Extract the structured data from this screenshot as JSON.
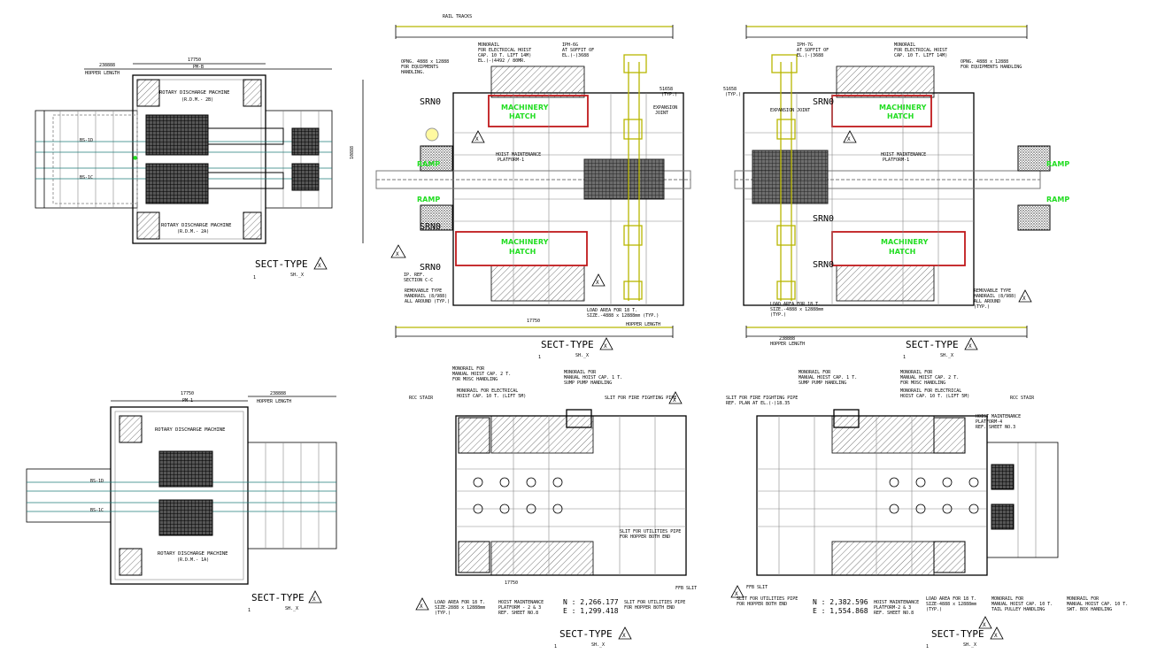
{
  "panels": [
    {
      "id": "top-left",
      "section_title": "SECT-TYPE",
      "section_mark": "X",
      "sheet_ref": "SH._X",
      "index": "1",
      "labels": {
        "hopper_length": "HOPPER LENGTH",
        "rdm_2b": "ROTARY DISCHARGE MACHINE",
        "rdm_2b_code": "(R.D.M.- 2B)",
        "rdm_2a": "ROTARY DISCHARGE MACHINE",
        "rdm_2a_code": "(R.D.M.- 2A)",
        "bs_1d": "BS-1D",
        "bs_1c": "BS-1C",
        "dim_top": "17750",
        "dim_top2": "238888",
        "dim_right": "10888",
        "pm_b": "PM-B"
      }
    },
    {
      "id": "top-middle",
      "section_title": "SECT-TYPE",
      "section_mark": "X",
      "sheet_ref": "SH._X",
      "index": "1",
      "labels": {
        "rail_tracks": "RAIL TRACKS",
        "monorail": "MONORAIL",
        "monorail_2": "FOR ELECTRICAL HOIST",
        "monorail_3": "CAP. 10 T. LIFT 14M)",
        "monorail_4": "EL.(-)4492 / 80MR.",
        "iph_6g": "IPH-6G",
        "iph_6g_2": "AT SOFFIT OF",
        "iph_6g_3": "EL.(-)3688",
        "opng": "OPNG. 4888 x 12888",
        "opng_2": "FOR EQUIPMENTS",
        "opng_3": "HANDLING.",
        "srno": "SRN0",
        "machinery_hatch": "MACHINERY",
        "machinery_hatch_2": "HATCH",
        "ramp": "RAMP",
        "expansion_joint": "EXPANSION",
        "expansion_joint_2": "JOINT",
        "hoist_maint": "HOIST MAINTENANCE",
        "platform_1": "PLATFORM-1",
        "removable": "REMOVABLE TYPE",
        "removable_2": "HANDRAIL (8/988)",
        "removable_3": "ALL AROUND (TYP.)",
        "load_area": "LOAD AREA FOR 18 T.",
        "load_area_2": "SIZE.-4888 x 12888mm (TYP.)",
        "ip_ref": "IP. REF.",
        "section_cc": "SECTION C-C",
        "dim_bottom": "17750",
        "hopper_length": "HOPPER LENGTH",
        "typ": "(TYP.)",
        "dim_51": "51658"
      }
    },
    {
      "id": "top-right",
      "section_title": "SECT-TYPE",
      "section_mark": "X",
      "sheet_ref": "SH._X",
      "index": "1",
      "labels": {
        "iph_7g": "IPH-7G",
        "iph_7g_2": "AT SOFFIT OF",
        "iph_7g_3": "EL.(-)3688",
        "monorail": "MONORAIL",
        "monorail_2": "FOR ELECTRICAL HOIST",
        "monorail_3": "CAP. 10 T. LIFT 14M)",
        "opng": "OPNG. 4888 x 12888",
        "opng_2": "FOR EQUIPMENTS HANDLING",
        "expansion_joint": "EXPANSION JOINT",
        "machinery_hatch": "MACHINERY",
        "machinery_hatch_2": "HATCH",
        "ramp": "RAMP",
        "ramp_2": "RAMP",
        "srno": "SRN0",
        "hoist_maint": "HOIST MAINTENANCE",
        "platform_1": "PLATFORM-1",
        "removable": "REMOVABLE TYPE",
        "removable_2": "HANDRAIL (8/988)",
        "removable_3": "ALL AROUND",
        "removable_4": "(TYP.)",
        "load_area": "LOAD AREA FOR 18 T.",
        "load_area_2": "SIZE.-4888 x 12888mm",
        "load_area_3": "(TYP.)",
        "hopper_length": "HOPPER LENGTH",
        "dim_bottom": "238888",
        "dim_51": "51658",
        "typ": "(TYP.)"
      }
    },
    {
      "id": "bottom-left",
      "section_title": "SECT-TYPE",
      "section_mark": "X",
      "sheet_ref": "SH._X",
      "index": "1",
      "labels": {
        "hopper_length": "HOPPER LENGTH",
        "rdm_b": "ROTARY DISCHARGE MACHINE",
        "rdm_a": "ROTARY DISCHARGE MACHINE",
        "rdm_a_code": "(R.D.M.- 1A)",
        "bs_1d": "BS-1D",
        "bs_1c": "BS-1C",
        "pm_1": "PM-1",
        "dim_top": "17750",
        "dim_top2": "238888"
      }
    },
    {
      "id": "bottom-middle",
      "section_title": "SECT-TYPE",
      "section_mark": "X",
      "sheet_ref": "SH._X",
      "index": "1",
      "labels": {
        "monorail_1": "MONORAIL FOR",
        "monorail_1b": "MANUAL HOIST CAP. 2 T.",
        "monorail_1c": "FOR MOSC HANDLING",
        "monorail_2": "MONORAIL FOR ELECTRICAL",
        "monorail_2b": "HOIST CAP. 10 T. (LIFT 5M)",
        "monorail_3": "MONORAIL FOR",
        "monorail_3b": "MANUAL HOIST CAP. 1 T.",
        "monorail_3c": "SUMP PUMP HANDLING",
        "slit_fire": "SLIT FOR FIRE FIGHTING PIPE",
        "rcc_stair": "RCC STAIR",
        "slit_util": "SLIT FOR UTILITIES PIPE",
        "slit_util_2": "FOR HOPPER BOTH END",
        "slit_util_b": "SLIT FOR UTILITIES PIPE",
        "slit_util_b2": "FOR HOPPER BOTH END",
        "load_area": "LOAD AREA FOR 18 T.",
        "load_area_2": "SIZE-2888 x 12888mm",
        "load_area_3": "(TYP.)",
        "hoist_maint": "HOIST MAINTENANCE",
        "platform_23": "PLATFORM - 2 & 3",
        "ref_sheet": "REF. SHEET NO.8",
        "coord_n": "N : 2,266.177",
        "coord_e": "E : 1,299.418",
        "ffb_slit": "FFB SLIT",
        "dim_bottom": "17750"
      }
    },
    {
      "id": "bottom-right",
      "section_title": "SECT-TYPE",
      "section_mark": "X",
      "sheet_ref": "SH._X",
      "index": "1",
      "labels": {
        "slit_fire": "SLIT FOR FIRE FIGHTING PIPE",
        "slit_fire_2": "REF. PLAN AT EL.(-)18.35",
        "monorail_1": "MONORAIL FOR",
        "monorail_1b": "MANUAL HOIST CAP. 1 T.",
        "monorail_1c": "SUMP PUMP HANDLING",
        "monorail_2": "MONORAIL FOR",
        "monorail_2b": "MANUAL HOIST CAP. 2 T.",
        "monorail_2c": "FOR MOSC HANDLING",
        "monorail_3": "MONORAIL FOR ELECTRICAL",
        "monorail_3b": "HOIST CAP. 10 T. (LIFT 5M)",
        "rcc_stair": "RCC STAIR",
        "hoist_maint": "HOIST MAINTENANCE",
        "platform_4": "PLATFORM-4",
        "ref_sheet": "REF. SHEET NO.3",
        "ffb_slit": "FFB SLIT",
        "slit_util": "SLIT FOR UTILITIES PIPE",
        "slit_util_2": "FOR HOPPER BOTH END",
        "coord_n": "N : 2,382.596",
        "coord_e": "E : 1,554.868",
        "hoist_maint_b": "HOIST MAINTENANCE",
        "platform_23": "PLATFORM-2 & 3",
        "ref_sheet_b": "REF. SHEET NO.8",
        "load_area": "LOAD AREA FOR 18 T.",
        "load_area_2": "SIZE-4888 x 12888mm",
        "load_area_3": "(TYP.)",
        "monorail_4": "MONORAIL FOR",
        "monorail_4b": "MANUAL HOIST CAP. 10 T.",
        "monorail_4c": "TAIL PULLEY HANDLING",
        "monorail_5": "MONORAIL FOR",
        "monorail_5b": "MANUAL HOIST CAP. 10 T.",
        "monorail_5c": "SWT. BOX HANDLING"
      }
    }
  ],
  "colors": {
    "accent_green": "#22dd22",
    "hatch_red": "#c0191c",
    "teal": "#1f7c7a",
    "rail_yellow": "#b8b600"
  }
}
